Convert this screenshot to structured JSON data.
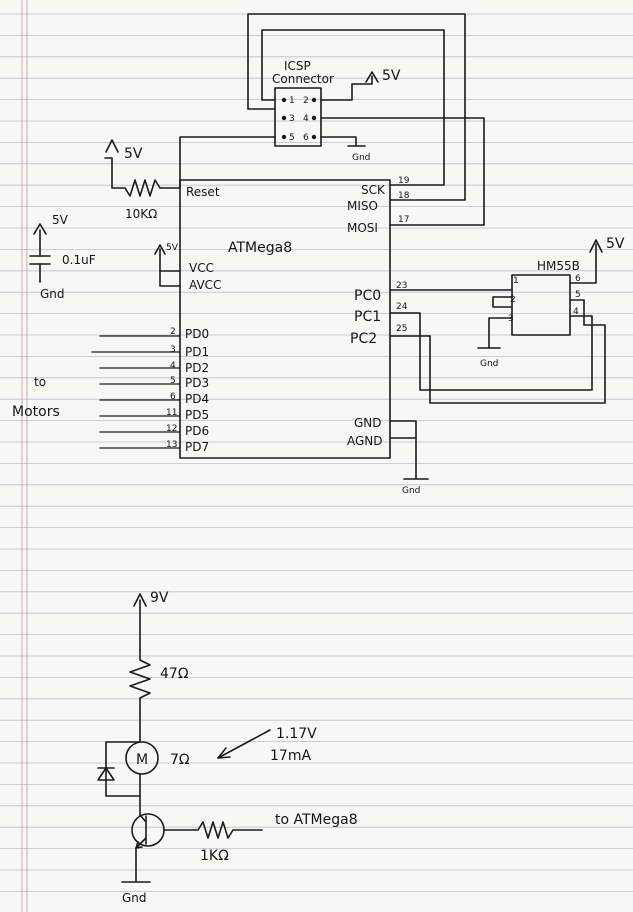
{
  "icsp": {
    "title_line1": "ICSP",
    "title_line2": "Connector",
    "pins": [
      "1",
      "2",
      "3",
      "4",
      "5",
      "6"
    ],
    "supply": "5V",
    "ground": "Gnd"
  },
  "reset_circuit": {
    "supply": "5V",
    "resistor": "10KΩ"
  },
  "decoupling": {
    "supply": "5V",
    "capacitor": "0.1uF",
    "ground": "Gnd"
  },
  "mcu": {
    "name": "ATMega8",
    "vcc_supply": "5V",
    "left_pins": [
      {
        "name": "Reset",
        "num": ""
      },
      {
        "name": "VCC",
        "num": ""
      },
      {
        "name": "AVCC",
        "num": ""
      },
      {
        "name": "PD0",
        "num": "2"
      },
      {
        "name": "PD1",
        "num": "3"
      },
      {
        "name": "PD2",
        "num": "4"
      },
      {
        "name": "PD3",
        "num": "5"
      },
      {
        "name": "PD4",
        "num": "6"
      },
      {
        "name": "PD5",
        "num": "11"
      },
      {
        "name": "PD6",
        "num": "12"
      },
      {
        "name": "PD7",
        "num": "13"
      }
    ],
    "right_pins": [
      {
        "name": "SCK",
        "num": "19"
      },
      {
        "name": "MISO",
        "num": "18"
      },
      {
        "name": "MOSI",
        "num": "17"
      },
      {
        "name": "PC0",
        "num": "23"
      },
      {
        "name": "PC1",
        "num": "24"
      },
      {
        "name": "PC2",
        "num": "25"
      },
      {
        "name": "GND",
        "num": ""
      },
      {
        "name": "AGND",
        "num": ""
      }
    ],
    "ground": "Gnd"
  },
  "motors_label_line1": "to",
  "motors_label_line2": "Motors",
  "hm55b": {
    "name": "HM55B",
    "pins": [
      "1",
      "2",
      "3",
      "6",
      "5",
      "4"
    ],
    "supply": "5V",
    "ground": "Gnd"
  },
  "motor_driver": {
    "supply": "9V",
    "resistor_top": "47Ω",
    "motor_symbol": "M",
    "motor_resistance": "7Ω",
    "note_voltage": "1.17V",
    "note_current": "17mA",
    "base_resistor": "1KΩ",
    "to_label": "to ATMega8",
    "ground": "Gnd"
  }
}
